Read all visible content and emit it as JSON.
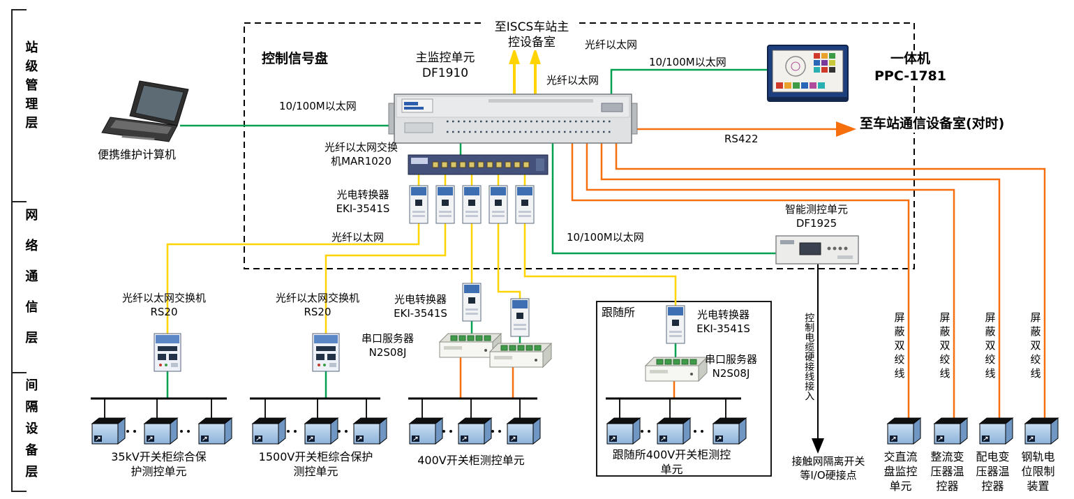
{
  "layers": {
    "station": "站级管理层",
    "network": "网络通信层",
    "bay": "间隔设备层"
  },
  "panel": {
    "title": "控制信号盘"
  },
  "devices": {
    "laptop": "便携维护计算机",
    "main_unit": "主监控单元\nDF1910",
    "fiber_switch": "光纤以太网交换\n机MAR1020",
    "converter": "光电转换器\nEKI-3541S",
    "smart_unit": "智能测控单元\nDF1925",
    "panel_pc": "一体机\nPPC-1781",
    "rs20": "光纤以太网交换机\nRS20",
    "serial_server": "串口服务器\nN2S08J",
    "follow_station": "跟随所"
  },
  "links": {
    "ethernet": "10/100M以太网",
    "fiber": "光纤以太网",
    "rs422": "RS422",
    "to_iscs": "至ISCS车站主\n控设备室",
    "to_station_comm": "至车站通信设备室(对时)",
    "control_cable": "控制电缆硬接线接入",
    "io_contact": "接触网隔离开关\n等I/O硬接点",
    "shielded_pair": "屏蔽双绞线"
  },
  "bay_units": {
    "kv35": "35kV开关柜综合保\n护测控单元",
    "v1500": "1500V开关柜综合保护\n测控单元",
    "v400": "400V开关柜测控单元",
    "follow_v400": "跟随所400V开关柜测控\n单元",
    "acdc": "交直流\n盘监控\n单元",
    "rectifier": "整流变\n压器温\n控器",
    "dist_transformer": "配电变\n压器温\n控器",
    "rail": "钢轨电\n位限制\n装置"
  },
  "colors": {
    "ethernet_line": "#00a050",
    "fiber_line": "#ffd400",
    "serial_line": "#f76f0c",
    "line": "#000000"
  }
}
